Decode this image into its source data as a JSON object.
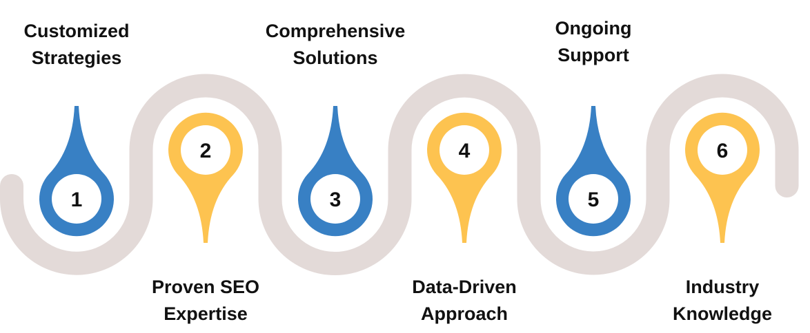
{
  "colors": {
    "blue": "#3880C4",
    "yellow": "#FDC350",
    "track": "#E3DAD8"
  },
  "steps": [
    {
      "number": "1",
      "line1": "Customized",
      "line2": "Strategies",
      "color": "blue"
    },
    {
      "number": "2",
      "line1": "Proven SEO",
      "line2": "Expertise",
      "color": "yellow"
    },
    {
      "number": "3",
      "line1": "Comprehensive",
      "line2": "Solutions",
      "color": "blue"
    },
    {
      "number": "4",
      "line1": "Data-Driven",
      "line2": "Approach",
      "color": "yellow"
    },
    {
      "number": "5",
      "line1": "Ongoing",
      "line2": "Support",
      "color": "blue"
    },
    {
      "number": "6",
      "line1": "Industry",
      "line2": "Knowledge",
      "color": "yellow"
    }
  ]
}
